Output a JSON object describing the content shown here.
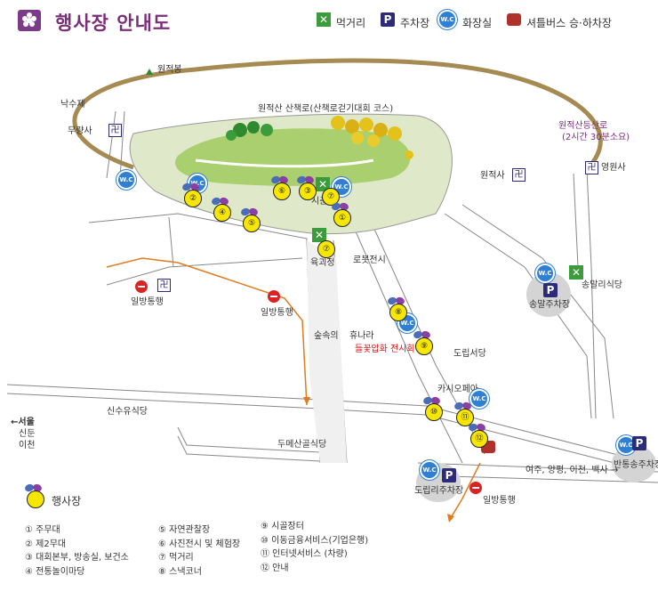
{
  "header": {
    "title": "행사장 안내도"
  },
  "legend_top": [
    {
      "label": "먹거리",
      "icon": "food-icon"
    },
    {
      "label": "주차장",
      "icon": "parking-icon"
    },
    {
      "label": "화장실",
      "icon": "restroom-icon"
    },
    {
      "label": "셔틀버스 승·하차장",
      "icon": "shuttle-bus-icon"
    }
  ],
  "icons": {
    "food": "✕",
    "parking": "P",
    "wc": "W.C",
    "temple": "卍"
  },
  "places": {
    "wonjeokbong": "원적봉",
    "naksuje": "낙수제",
    "muryangsa": "무량사",
    "trail": "원적산 산책로(산책로걷기대회 코스)",
    "hiking_1": "원적산등산로",
    "hiking_2": "(2시간 30분소요)",
    "yeongheungsa": "영원사",
    "wonjeoksa": "원적사",
    "sichunmok": "시춘목",
    "yukgoejeong": "육괴정",
    "robot": "로봇전시",
    "songmal_food": "송말리식당",
    "songmal_parking": "송말주차장",
    "oneway_1": "일방통행",
    "oneway_2": "일방통행",
    "oneway_3": "일방통행",
    "forest_1": "숲속의",
    "forest_2": "휴나라",
    "wildflower": "들꽃압화 전시회",
    "dorip_seodang": "도립서당",
    "cafe": "카시오페아",
    "sinsuyu": "신수유식당",
    "dumeasan": "두메산골식당",
    "seoul_1": "←서울",
    "seoul_2": "신둔",
    "seoul_3": "이천",
    "destinations": "여주, 양평, 이천, 백사 →",
    "bantong": "반통송주차장",
    "dorip_parking": "도립리주차장"
  },
  "event_legend": "행사장",
  "event_items": [
    "① 주무대",
    "② 제2무대",
    "③ 대회본부, 방송실, 보건소",
    "④ 전통놀이마당",
    "⑤ 자연관찰장",
    "⑥ 사진전시 및 체험장",
    "⑦ 먹거리",
    "⑧ 스낵코너",
    "⑨ 시골장터",
    "⑩ 이동금융서비스(기업은행)",
    "⑪ 인터넷서비스 (차량)",
    "⑫ 안내"
  ],
  "markers": [
    "①",
    "②",
    "③",
    "④",
    "⑤",
    "⑥",
    "⑦",
    "⑦",
    "⑧",
    "⑨",
    "⑩",
    "⑪",
    "⑫"
  ],
  "colors": {
    "title": "#7a2e7a",
    "trail": "#a58a52",
    "park": "#bcd98a",
    "parkTop": "#a9cf6e",
    "road": "#888888",
    "oneway": "#e07b1f",
    "marker": "#f7e600"
  }
}
